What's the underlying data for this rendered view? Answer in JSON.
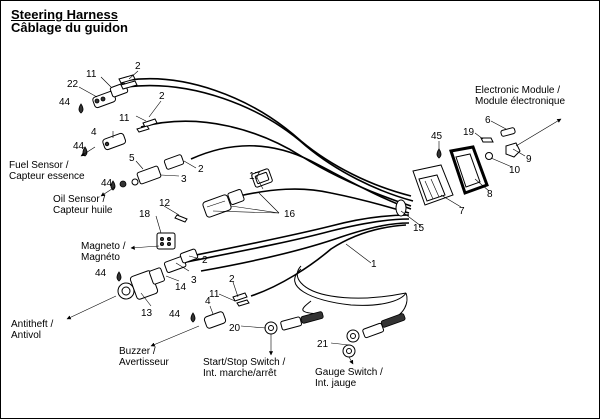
{
  "title": {
    "english": "Steering Harness",
    "french": "Câblage du guidon"
  },
  "labels": {
    "electronic_module": [
      "Electronic Module /",
      "Module électronique"
    ],
    "fuel_sensor": [
      "Fuel Sensor /",
      "Capteur essence"
    ],
    "oil_sensor": [
      "Oil Sensor /",
      "Capteur huile"
    ],
    "magneto": [
      "Magneto /",
      "Magnéto"
    ],
    "antitheft": [
      "Antitheft /",
      "Antivol"
    ],
    "buzzer": [
      "Buzzer /",
      "Avertisseur"
    ],
    "start_stop_switch": [
      "Start/Stop Switch /",
      "Int. marche/arrêt"
    ],
    "gauge_switch": [
      "Gauge Switch /",
      "Int. jauge"
    ]
  },
  "callouts": {
    "n1": "1",
    "n2a": "2",
    "n2b": "2",
    "n2c": "2",
    "n2d": "2",
    "n2e": "2",
    "n3a": "3",
    "n3b": "3",
    "n4a": "4",
    "n4b": "4",
    "n5": "5",
    "n6": "6",
    "n7": "7",
    "n8": "8",
    "n9": "9",
    "n10": "10",
    "n11a": "11",
    "n11b": "11",
    "n11c": "11",
    "n12": "12",
    "n13": "13",
    "n14": "14",
    "n15": "15",
    "n16": "16",
    "n17": "17",
    "n18": "18",
    "n19": "19",
    "n20": "20",
    "n21": "21",
    "n22": "22",
    "n44a": "44",
    "n44b": "44",
    "n44c": "44",
    "n44d": "44",
    "n44e": "44",
    "n45": "45"
  }
}
